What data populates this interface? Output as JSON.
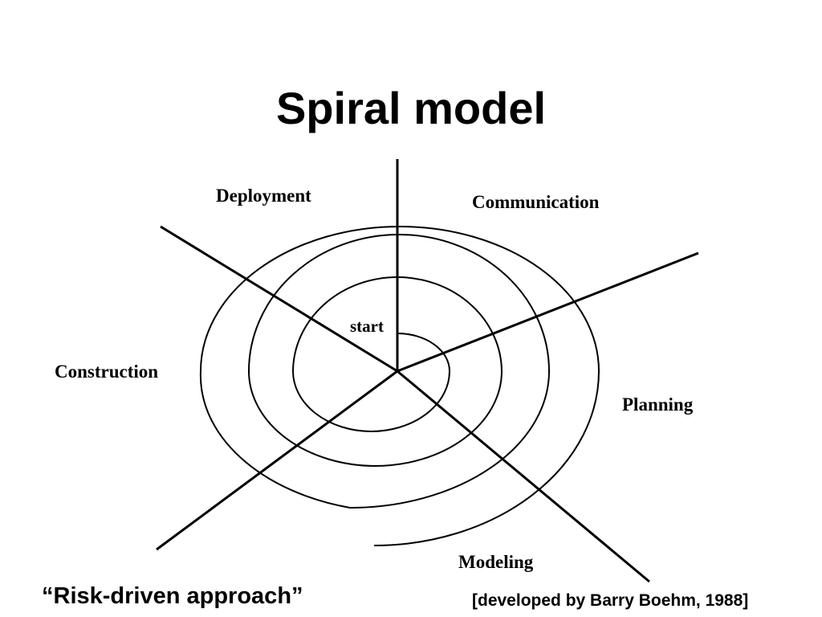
{
  "slide": {
    "title": "Spiral model",
    "tagline": "“Risk-driven approach”",
    "credit": "[developed by Barry Boehm, 1988]"
  },
  "diagram": {
    "start_label": "start",
    "phases": {
      "communication": "Communication",
      "planning": "Planning",
      "modeling": "Modeling",
      "construction": "Construction",
      "deployment": "Deployment"
    }
  }
}
